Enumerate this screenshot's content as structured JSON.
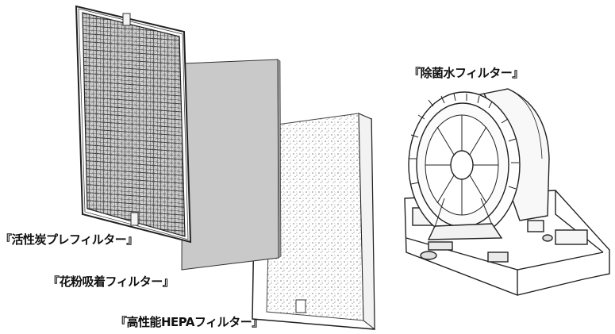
{
  "labels": {
    "water_filter": "『除菌水フィルター』",
    "pre_filter": "『活性炭プレフィルター』",
    "deodorizing_filter": "『花粉吸着フィルター』",
    "hepa_filter": "『高性能HEPAフィルター』"
  },
  "colors": {
    "line": "#222222",
    "deodorizing_sheet": "#c9c9c9",
    "frame_fill": "#ffffff"
  }
}
